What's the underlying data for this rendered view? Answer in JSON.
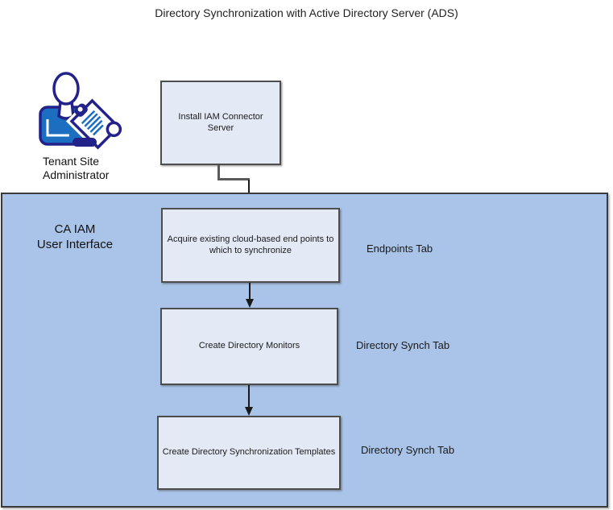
{
  "title": "Directory Synchronization with Active Directory Server (ADS)",
  "actor": {
    "icon": "person-with-clipboard-icon",
    "label": {
      "line1": "Tenant Site",
      "line2": "Administrator"
    }
  },
  "container": {
    "label": {
      "line1": "CA IAM",
      "line2": "User Interface"
    }
  },
  "flow": {
    "install": {
      "label": "Install IAM Connector Server"
    },
    "acquire": {
      "label": "Acquire existing cloud-based end points to which to synchronize",
      "tab": "Endpoints Tab"
    },
    "monitors": {
      "label": "Create Directory Monitors",
      "tab": "Directory Synch Tab"
    },
    "templates": {
      "label": "Create Directory Synchronization Templates",
      "tab": "Directory Synch Tab"
    }
  },
  "colors": {
    "container_fill": "#a9c4e8",
    "container_border": "#3a3a3a",
    "node_fill": "#e3eaf6",
    "node_border": "#4d4d4d",
    "arrow": "#1a1a1a",
    "icon_navy": "#22228a",
    "icon_blue": "#1c6fc0"
  }
}
